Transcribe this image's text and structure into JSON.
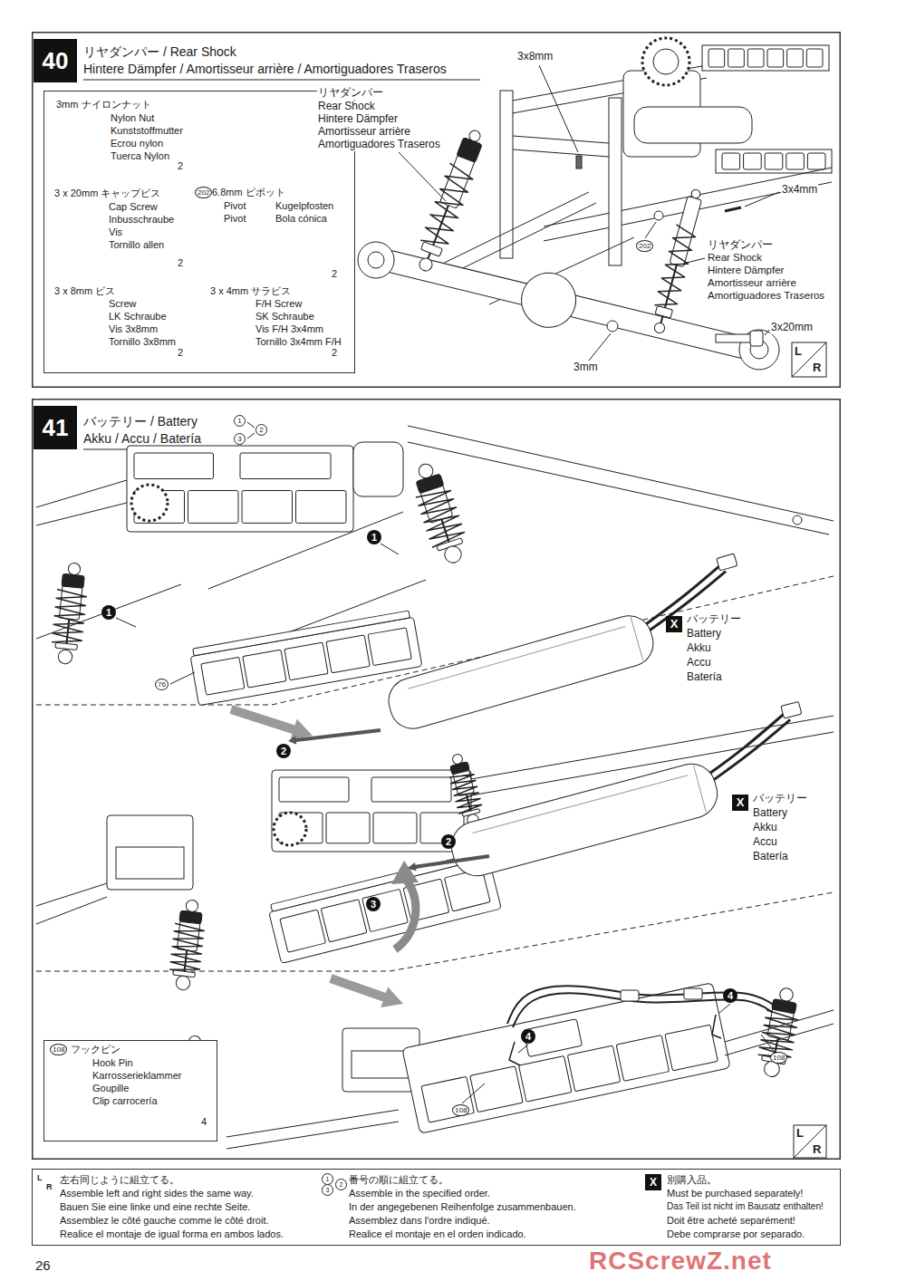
{
  "diagram": {
    "nodes": [
      {
        "text": [
          "リヤダンパー / Rear Shock",
          "Hintere Dämpfer / Amortisseur arrière / Amortiguadores Traseros"
        ]
      },
      {
        "text": [
          "40"
        ],
        "in": 0
      },
      {
        "text": [
          "3mm ナイロンナット",
          "Nylon Nut",
          "Kunststoffmutter",
          "Ecrou nylon",
          "Tuerca Nylon",
          "2",
          "3 x 20mm キャップビス",
          "Cap Screw",
          "Inbusschraube",
          "Vis",
          "Tornillo allen",
          "2",
          "202",
          "6.8mm ピボット",
          "Pivot",
          "Kugelpfosten",
          "Pivot",
          "Bola cónica",
          "2",
          "3 x 8mm ビス",
          "Screw",
          "LK Schraube",
          "Vis 3x8mm",
          "Tornillo 3x8mm",
          "2",
          "3 x 4mm サラビス",
          "F/H Screw",
          "SK Schraube",
          "Vis F/H 3x4mm",
          "Tornillo 3x4mm F/H",
          "2"
        ],
        "in": 0
      },
      {
        "text": [
          "バッテリー / Battery",
          "Akku / Accu / Batería"
        ]
      },
      {
        "text": [
          "41"
        ],
        "in": 3
      },
      {
        "text": [
          "108",
          "フックピン",
          "Hook Pin",
          "Karrosserieklammer",
          "Goupille",
          "Clip carrocería",
          "4"
        ],
        "in": 3
      },
      {
        "text": [
          "左右同じように組立てる。",
          "Assemble left and right sides the same way.",
          "Bauen Sie eine linke und eine rechte Seite.",
          "Assemblez le côté gauche comme le côté droit.",
          "Realice el montaje de igual forma en ambos lados.",
          "番号の順に組立てる。",
          "Assemble in the specified order.",
          "In der angegebenen Reihenfolge zusammenbauen.",
          "Assemblez dans l'ordre indiqué.",
          "Realice el montaje en el orden indicado.",
          "別購入品。",
          "Must be purchased separately!",
          "Das Teil ist nicht im Bausatz enthalten!",
          "Doit être acheté separément!",
          "Debe comprarse por separado."
        ]
      }
    ],
    "labels": [
      "3x8mm",
      "リヤダンパー",
      "Rear Shock",
      "Hintere Dämpfer",
      "Amortisseur arrière",
      "Amortiguadores Traseros",
      "3x4mm",
      "202",
      "リヤダンパー",
      "Rear Shock",
      "Hintere Dämpfer",
      "Amortisseur arrière",
      "Amortiguadores Traseros",
      "3x20mm",
      "3mm",
      "L",
      "R",
      "1",
      "2",
      "3",
      "1",
      "1",
      "76",
      "X",
      "バッテリー",
      "Battery",
      "Akku",
      "Accu",
      "Batería",
      "2",
      "X",
      "バッテリー",
      "Battery",
      "Akku",
      "Accu",
      "Batería",
      "2",
      "3",
      "4",
      "4",
      "108",
      "108",
      "L",
      "R",
      "L",
      "R",
      "1",
      "2",
      "3",
      "X",
      "26",
      "RCScrewZ.net"
    ]
  }
}
